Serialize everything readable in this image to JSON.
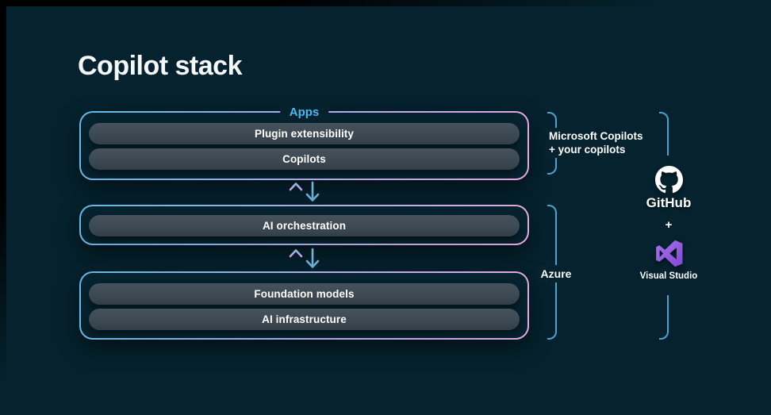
{
  "slide": {
    "title": "Copilot stack"
  },
  "stack": {
    "apps_label": "Apps",
    "boxes": [
      {
        "name": "apps",
        "pills": [
          "Plugin extensibility",
          "Copilots"
        ]
      },
      {
        "name": "orchestration",
        "pills": [
          "AI orchestration"
        ]
      },
      {
        "name": "foundation",
        "pills": [
          "Foundation models",
          "AI infrastructure"
        ]
      }
    ]
  },
  "brackets": {
    "copilots": {
      "line1": "Microsoft Copilots",
      "line2": "+ your copilots"
    },
    "azure": {
      "label": "Azure"
    }
  },
  "tools": {
    "github_label": "GitHub",
    "plus": "+",
    "visual_studio_label": "Visual Studio"
  },
  "icons": {
    "up-arrow-icon": "↑ gradient pink-to-blue",
    "down-arrow-icon": "↓ light blue",
    "github-icon": "white octocat mark",
    "visual-studio-icon": "purple VS infinity mark"
  },
  "colors": {
    "background": "#05222e",
    "box_border_gradient": [
      "#5fb9e6",
      "#a9aee8",
      "#e7a8e2"
    ],
    "pill_fill": "#3a4650",
    "apps_label_blue": "#49b9ef",
    "bracket_blue": "#4aa4cd",
    "arrow_pink": "#cf9fe0",
    "arrow_blue": "#6fb4da",
    "visual_studio_purple": "#9b63e8",
    "text_white": "#ffffff"
  }
}
